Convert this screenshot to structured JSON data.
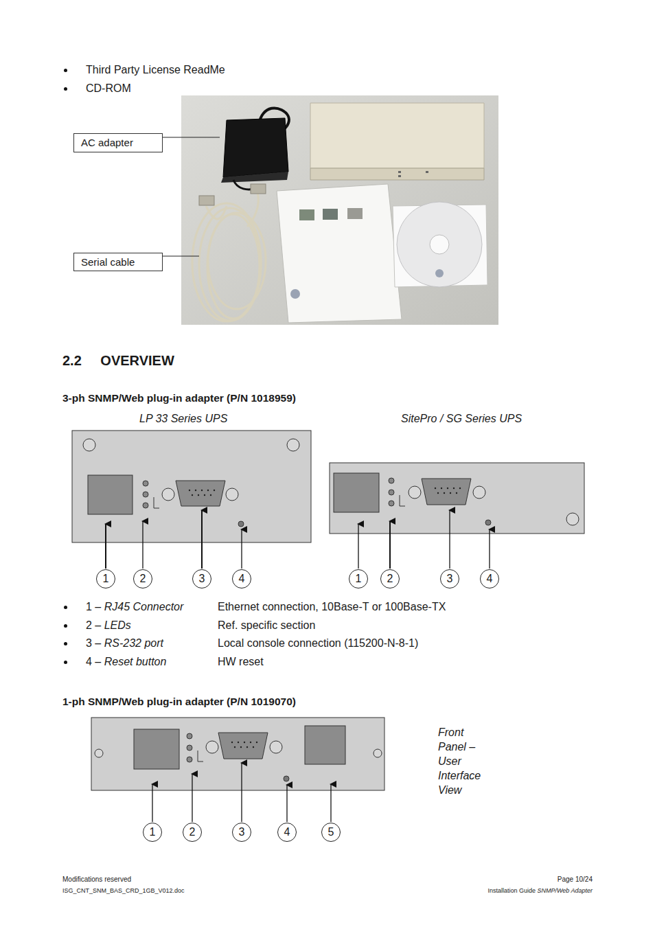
{
  "diagram": {
    "title": "2.2 OVERVIEW",
    "nodes": [
      {
        "text": [
          "AC adapter"
        ]
      },
      {
        "text": [
          "Serial cable"
        ]
      },
      {
        "text": [
          "1"
        ]
      },
      {
        "text": [
          "2"
        ]
      },
      {
        "text": [
          "3"
        ]
      },
      {
        "text": [
          "4"
        ]
      },
      {
        "text": [
          "1"
        ]
      },
      {
        "text": [
          "2"
        ]
      },
      {
        "text": [
          "3"
        ]
      },
      {
        "text": [
          "4"
        ]
      },
      {
        "text": [
          "1"
        ]
      },
      {
        "text": [
          "2"
        ]
      },
      {
        "text": [
          "3"
        ]
      },
      {
        "text": [
          "4"
        ]
      },
      {
        "text": [
          "5"
        ]
      }
    ],
    "labels": [
      "Third Party License ReadMe",
      "CD-ROM",
      "3-ph SNMP/Web plug-in adapter (P/N 1018959)",
      "LP 33 Series UPS",
      "SitePro / SG Series UPS",
      "1 – RJ45 Connector",
      "Ethernet connection, 10Base-T or 100Base-TX",
      "2 – LEDs",
      "Ref. specific section",
      "3 – RS-232 port",
      "Local console connection (115200-N-8-1)",
      "4 – Reset button",
      "HW reset",
      "1-ph SNMP/Web plug-in adapter (P/N 1019070)",
      "Front Panel – User Interface View",
      "Modifications reserved",
      "Page 10/24",
      "ISG_CNT_SNM_BAS_CRD_1GB_V012.doc",
      "Installation Guide SNMP/Web Adapter"
    ]
  }
}
